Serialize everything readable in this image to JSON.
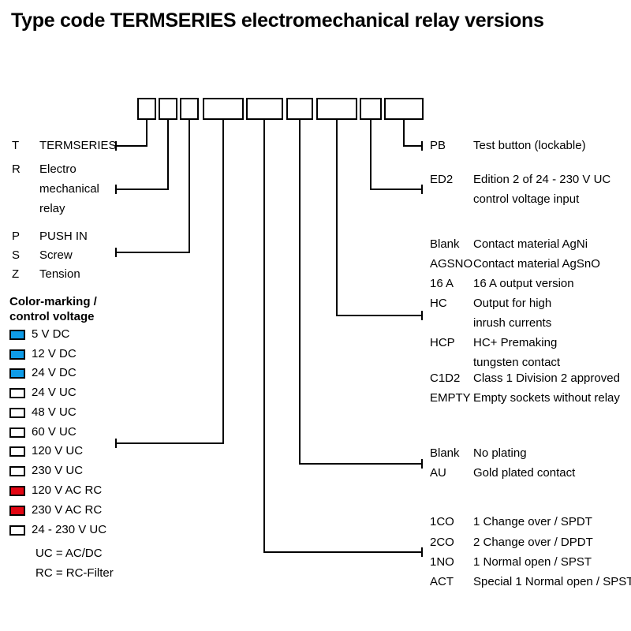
{
  "title": "Type code TERMSERIES electromechanical relay versions",
  "colors": {
    "blue": "#0f9ce8",
    "red": "#e30613",
    "white": "#ffffff"
  },
  "left": {
    "series": {
      "code": "T",
      "label": "TERMSERIES"
    },
    "relay": {
      "code": "R",
      "line1": "Electro",
      "line2": "mechanical",
      "line3": "relay"
    },
    "connection": [
      {
        "code": "P",
        "label": "PUSH IN"
      },
      {
        "code": "S",
        "label": "Screw"
      },
      {
        "code": "Z",
        "label": "Tension"
      }
    ],
    "voltage_header_line1": "Color-marking /",
    "voltage_header_line2": "control voltage",
    "voltages": [
      {
        "label": "5 V DC",
        "swatch": "#0f9ce8"
      },
      {
        "label": "12 V DC",
        "swatch": "#0f9ce8"
      },
      {
        "label": "24 V DC",
        "swatch": "#0f9ce8"
      },
      {
        "label": "24 V UC",
        "swatch": "#ffffff"
      },
      {
        "label": "48 V UC",
        "swatch": "#ffffff"
      },
      {
        "label": "60 V UC",
        "swatch": "#ffffff"
      },
      {
        "label": "120 V UC",
        "swatch": "#ffffff"
      },
      {
        "label": "230 V UC",
        "swatch": "#ffffff"
      },
      {
        "label": "120 V AC RC",
        "swatch": "#e30613"
      },
      {
        "label": "230 V AC RC",
        "swatch": "#e30613"
      },
      {
        "label": "24 - 230 V UC",
        "swatch": "#ffffff"
      }
    ],
    "note1": "UC = AC/DC",
    "note2": "RC = RC-Filter"
  },
  "right": {
    "test_button": {
      "code": "PB",
      "desc": "Test button (lockable)"
    },
    "edition": {
      "code": "ED2",
      "desc1": "Edition 2 of 24 - 230 V UC",
      "desc2": "control voltage input"
    },
    "contact": [
      {
        "code": "Blank",
        "desc": "Contact material AgNi"
      },
      {
        "code": "AGSNO",
        "desc": "Contact material AgSnO"
      },
      {
        "code": "16 A",
        "desc": "16 A output version"
      },
      {
        "code": "HC",
        "desc": "Output for high",
        "desc2": "inrush currents"
      },
      {
        "code": "HCP",
        "desc": "HC+ Premaking",
        "desc2": "tungsten contact"
      },
      {
        "code": "C1D2",
        "desc": "Class 1 Division 2 approved"
      },
      {
        "code": "EMPTY",
        "desc": "Empty sockets without relay"
      }
    ],
    "plating": [
      {
        "code": "Blank",
        "desc": "No plating"
      },
      {
        "code": "AU",
        "desc": "Gold plated contact"
      }
    ],
    "output": [
      {
        "code": "1CO",
        "desc": "1 Change over / SPDT"
      },
      {
        "code": "2CO",
        "desc": "2 Change over / DPDT"
      },
      {
        "code": "1NO",
        "desc": "1 Normal open / SPST"
      },
      {
        "code": "ACT",
        "desc": "Special 1 Normal open / SPST"
      }
    ]
  }
}
